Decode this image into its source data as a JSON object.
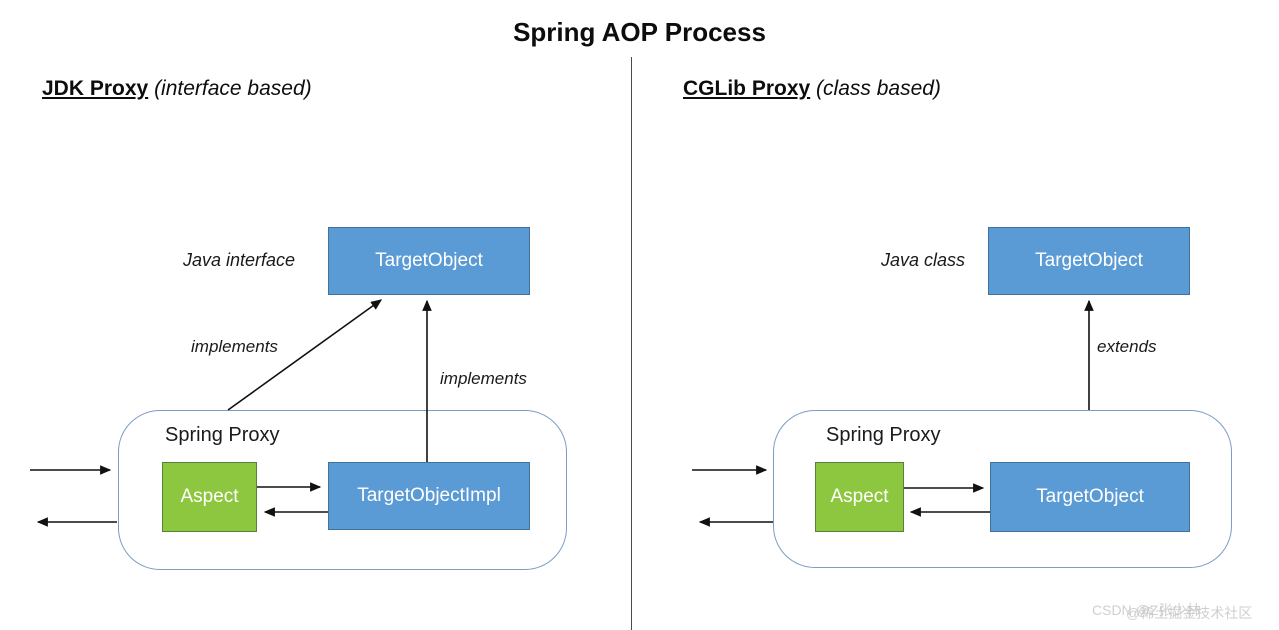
{
  "title": "Spring AOP Process",
  "left": {
    "heading": "JDK Proxy",
    "heading_note": "(interface based)",
    "type_label": "Java interface",
    "top_box": "TargetObject",
    "arrow_label_diagonal": "implements",
    "arrow_label_vertical": "implements",
    "proxy": {
      "label": "Spring Proxy",
      "aspect_box": "Aspect",
      "target_box": "TargetObjectImpl"
    }
  },
  "right": {
    "heading": "CGLib Proxy",
    "heading_note": "(class based)",
    "type_label": "Java class",
    "top_box": "TargetObject",
    "arrow_label_vertical": "extends",
    "proxy": {
      "label": "Spring Proxy",
      "aspect_box": "Aspect",
      "target_box": "TargetObject"
    }
  },
  "watermark": {
    "line1": "CSDN @Z张少林",
    "line2": "@稀土掘金技术社区"
  },
  "colors": {
    "box_blue": "#5B9BD5",
    "box_blue_border": "#41719C",
    "box_green": "#8DC63F",
    "box_green_border": "#56803C",
    "proxy_border": "#7C9CC4",
    "arrow": "#111111",
    "watermark": "#c4c4c4"
  }
}
